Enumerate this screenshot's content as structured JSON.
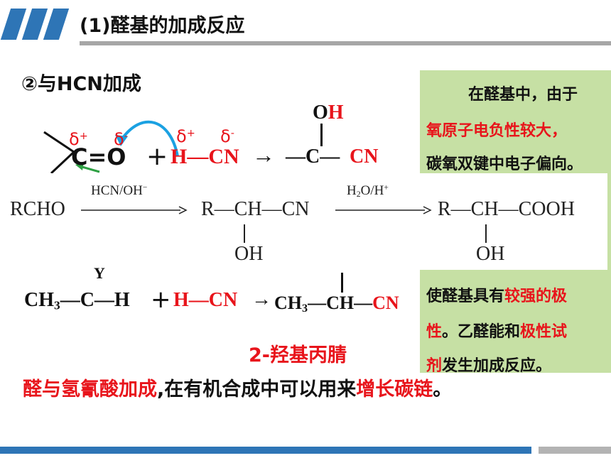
{
  "header": {
    "title": "(1)醛基的加成反应",
    "accent": "#2e75b6"
  },
  "section": {
    "subtitle": "②与HCN加成"
  },
  "callout": {
    "line1": "在醛基中，由于",
    "line2": "氧原子电负性较大，",
    "line3a": "碳氧双键中电子偏向",
    "line3b": "。",
    "line4a": "使醛基具有",
    "line4b": "较强的极",
    "line5a": "性",
    "line5b": "。乙醛能和",
    "line5c": "极性试",
    "line6a": "剂",
    "line6b": "发生加成反应。",
    "bg": "#c6e0a4"
  },
  "mechanism": {
    "delta_plus": "δ",
    "delta_minus": "δ",
    "plus_mark": "+",
    "minus_mark": "-",
    "carbonyl": "C=O",
    "plus": "+",
    "h": "H",
    "bond": "—",
    "c": "C",
    "n": "N",
    "arrow": "→",
    "product_oh_o": "O",
    "product_oh_h": "H",
    "product_c": "—C—",
    "product_cn": "CN"
  },
  "scheme": {
    "reactant": "RCHO",
    "reagent1": "HCN/OH",
    "reagent1_sup": "−",
    "intermediate": "R—CH—CN",
    "intermediate_oh": "OH",
    "reagent2_h": "H",
    "reagent2_sub": "2",
    "reagent2_rest": "O/H",
    "reagent2_sup": "+",
    "product": "R—CH—COOH",
    "product_oh": "OH"
  },
  "example": {
    "ch3": "CH",
    "ch3_sub": "3",
    "ch_bonds": "—C—H",
    "plus": "+",
    "hcn": "H—CN",
    "arrow": "→",
    "p_ch3": "CH",
    "p_sub": "3",
    "p_ch": "—CH—",
    "p_cn": "CN",
    "carbonyl_o": "Y",
    "product_name": "2-羟基丙腈"
  },
  "summary": {
    "part1": "醛与氢氰酸加成",
    "part2": ",在有机合成中可以用来",
    "part3": "增长碳链",
    "part4": "。"
  }
}
